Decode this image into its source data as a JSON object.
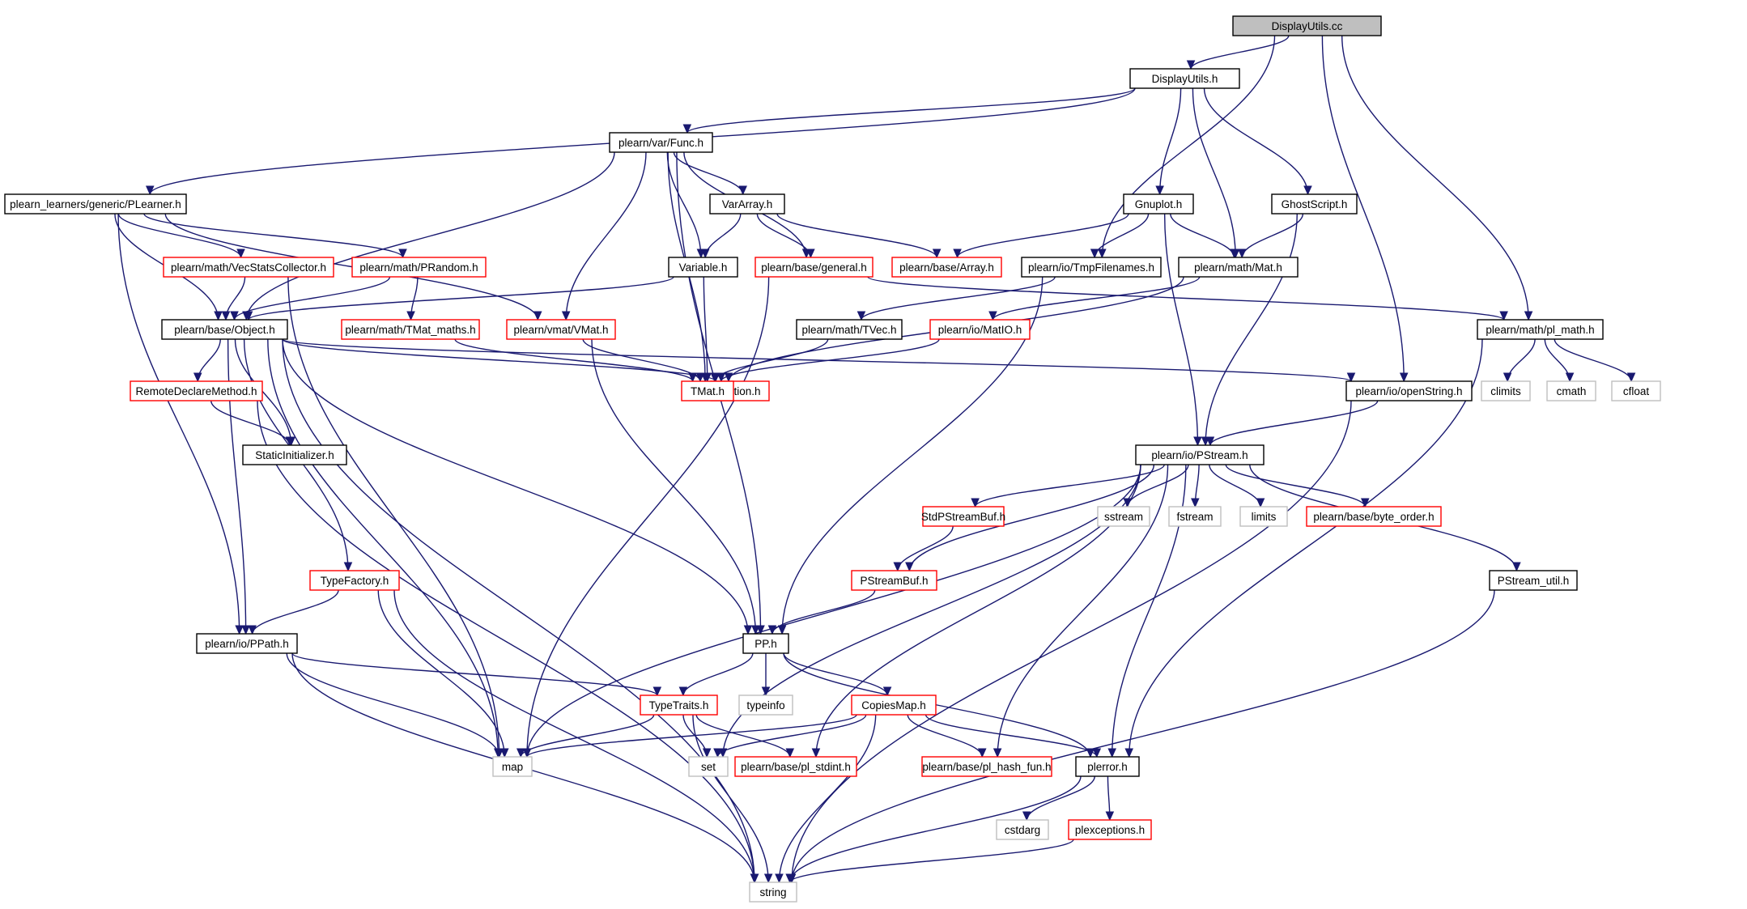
{
  "colors": {
    "edge": "#191970",
    "node_black_border": "#000000",
    "node_red_border": "#ff0000",
    "node_gray_border": "#bfbfbf",
    "root_fill": "#bfbfbf",
    "node_fill": "#ffffff"
  },
  "nodes": [
    {
      "id": "root",
      "label": "DisplayUtils.cc",
      "style": "root"
    },
    {
      "id": "displayutils_h",
      "label": "DisplayUtils.h",
      "style": "black"
    },
    {
      "id": "func",
      "label": "plearn/var/Func.h",
      "style": "black"
    },
    {
      "id": "plearner",
      "label": "plearn_learners/generic/PLearner.h",
      "style": "black"
    },
    {
      "id": "vararray",
      "label": "VarArray.h",
      "style": "black"
    },
    {
      "id": "gnuplot",
      "label": "Gnuplot.h",
      "style": "black"
    },
    {
      "id": "ghostscript",
      "label": "GhostScript.h",
      "style": "black"
    },
    {
      "id": "vecstats",
      "label": "plearn/math/VecStatsCollector.h",
      "style": "red"
    },
    {
      "id": "prandom",
      "label": "plearn/math/PRandom.h",
      "style": "red"
    },
    {
      "id": "variable",
      "label": "Variable.h",
      "style": "black"
    },
    {
      "id": "general",
      "label": "plearn/base/general.h",
      "style": "red"
    },
    {
      "id": "array",
      "label": "plearn/base/Array.h",
      "style": "red"
    },
    {
      "id": "tmpfilenames",
      "label": "plearn/io/TmpFilenames.h",
      "style": "black"
    },
    {
      "id": "mat",
      "label": "plearn/math/Mat.h",
      "style": "black"
    },
    {
      "id": "object",
      "label": "plearn/base/Object.h",
      "style": "black"
    },
    {
      "id": "tmatmaths",
      "label": "plearn/math/TMat_maths.h",
      "style": "red"
    },
    {
      "id": "vmat",
      "label": "plearn/vmat/VMat.h",
      "style": "red"
    },
    {
      "id": "tvec",
      "label": "plearn/math/TVec.h",
      "style": "black"
    },
    {
      "id": "matio",
      "label": "plearn/io/MatIO.h",
      "style": "red"
    },
    {
      "id": "plmath",
      "label": "plearn/math/pl_math.h",
      "style": "black"
    },
    {
      "id": "remotedeclare",
      "label": "RemoteDeclareMethod.h",
      "style": "red"
    },
    {
      "id": "option",
      "label": "Option.h",
      "style": "red"
    },
    {
      "id": "tmat",
      "label": "TMat.h",
      "style": "red"
    },
    {
      "id": "openstring",
      "label": "plearn/io/openString.h",
      "style": "black"
    },
    {
      "id": "climits",
      "label": "climits",
      "style": "gray"
    },
    {
      "id": "cmath",
      "label": "cmath",
      "style": "gray"
    },
    {
      "id": "cfloat",
      "label": "cfloat",
      "style": "gray"
    },
    {
      "id": "staticinit",
      "label": "StaticInitializer.h",
      "style": "black"
    },
    {
      "id": "pstream",
      "label": "plearn/io/PStream.h",
      "style": "black"
    },
    {
      "id": "stdpstreambuf",
      "label": "StdPStreamBuf.h",
      "style": "red"
    },
    {
      "id": "sstream",
      "label": "sstream",
      "style": "gray"
    },
    {
      "id": "fstream",
      "label": "fstream",
      "style": "gray"
    },
    {
      "id": "limits",
      "label": "limits",
      "style": "gray"
    },
    {
      "id": "byteorder",
      "label": "plearn/base/byte_order.h",
      "style": "red"
    },
    {
      "id": "typefactory",
      "label": "TypeFactory.h",
      "style": "red"
    },
    {
      "id": "pstreambuf",
      "label": "PStreamBuf.h",
      "style": "red"
    },
    {
      "id": "pstreamutil",
      "label": "PStream_util.h",
      "style": "black"
    },
    {
      "id": "ppath",
      "label": "plearn/io/PPath.h",
      "style": "black"
    },
    {
      "id": "pp",
      "label": "PP.h",
      "style": "black"
    },
    {
      "id": "typetraits",
      "label": "TypeTraits.h",
      "style": "red"
    },
    {
      "id": "typeinfo",
      "label": "typeinfo",
      "style": "gray"
    },
    {
      "id": "copiesmap",
      "label": "CopiesMap.h",
      "style": "red"
    },
    {
      "id": "map",
      "label": "map",
      "style": "gray"
    },
    {
      "id": "set",
      "label": "set",
      "style": "gray"
    },
    {
      "id": "plstdint",
      "label": "plearn/base/pl_stdint.h",
      "style": "red"
    },
    {
      "id": "plhashfun",
      "label": "plearn/base/pl_hash_fun.h",
      "style": "red"
    },
    {
      "id": "plerror",
      "label": "plerror.h",
      "style": "black"
    },
    {
      "id": "cstdarg",
      "label": "cstdarg",
      "style": "gray"
    },
    {
      "id": "plexceptions",
      "label": "plexceptions.h",
      "style": "red"
    },
    {
      "id": "string",
      "label": "string",
      "style": "gray"
    }
  ],
  "edges": [
    {
      "from": "root",
      "to": "displayutils_h"
    },
    {
      "from": "root",
      "to": "tmpfilenames"
    },
    {
      "from": "root",
      "to": "openstring"
    },
    {
      "from": "root",
      "to": "plmath"
    },
    {
      "from": "displayutils_h",
      "to": "func"
    },
    {
      "from": "displayutils_h",
      "to": "plearner"
    },
    {
      "from": "displayutils_h",
      "to": "gnuplot"
    },
    {
      "from": "displayutils_h",
      "to": "ghostscript"
    },
    {
      "from": "displayutils_h",
      "to": "mat"
    },
    {
      "from": "func",
      "to": "object"
    },
    {
      "from": "func",
      "to": "vararray"
    },
    {
      "from": "func",
      "to": "general"
    },
    {
      "from": "func",
      "to": "vmat"
    },
    {
      "from": "func",
      "to": "variable"
    },
    {
      "from": "func",
      "to": "tmat"
    },
    {
      "from": "func",
      "to": "pp"
    },
    {
      "from": "plearner",
      "to": "object"
    },
    {
      "from": "plearner",
      "to": "vecstats"
    },
    {
      "from": "plearner",
      "to": "prandom"
    },
    {
      "from": "plearner",
      "to": "vmat"
    },
    {
      "from": "plearner",
      "to": "ppath"
    },
    {
      "from": "vararray",
      "to": "variable"
    },
    {
      "from": "vararray",
      "to": "general"
    },
    {
      "from": "vararray",
      "to": "array"
    },
    {
      "from": "gnuplot",
      "to": "array"
    },
    {
      "from": "gnuplot",
      "to": "tmpfilenames"
    },
    {
      "from": "gnuplot",
      "to": "mat"
    },
    {
      "from": "gnuplot",
      "to": "pstream"
    },
    {
      "from": "ghostscript",
      "to": "mat"
    },
    {
      "from": "ghostscript",
      "to": "pstream"
    },
    {
      "from": "vecstats",
      "to": "object"
    },
    {
      "from": "vecstats",
      "to": "map"
    },
    {
      "from": "prandom",
      "to": "object"
    },
    {
      "from": "prandom",
      "to": "tmatmaths"
    },
    {
      "from": "variable",
      "to": "object"
    },
    {
      "from": "variable",
      "to": "tmat"
    },
    {
      "from": "general",
      "to": "map"
    },
    {
      "from": "general",
      "to": "plmath"
    },
    {
      "from": "tmpfilenames",
      "to": "tvec"
    },
    {
      "from": "tmpfilenames",
      "to": "pp"
    },
    {
      "from": "mat",
      "to": "matio"
    },
    {
      "from": "mat",
      "to": "tmat"
    },
    {
      "from": "object",
      "to": "remotedeclare"
    },
    {
      "from": "object",
      "to": "option"
    },
    {
      "from": "object",
      "to": "staticinit"
    },
    {
      "from": "object",
      "to": "openstring"
    },
    {
      "from": "object",
      "to": "typefactory"
    },
    {
      "from": "object",
      "to": "ppath"
    },
    {
      "from": "object",
      "to": "pp"
    },
    {
      "from": "object",
      "to": "map"
    },
    {
      "from": "object",
      "to": "string"
    },
    {
      "from": "tmatmaths",
      "to": "tmat"
    },
    {
      "from": "vmat",
      "to": "tmat"
    },
    {
      "from": "vmat",
      "to": "pp"
    },
    {
      "from": "tvec",
      "to": "tmat"
    },
    {
      "from": "matio",
      "to": "tmat"
    },
    {
      "from": "plmath",
      "to": "climits"
    },
    {
      "from": "plmath",
      "to": "cmath"
    },
    {
      "from": "plmath",
      "to": "cfloat"
    },
    {
      "from": "plmath",
      "to": "plerror"
    },
    {
      "from": "remotedeclare",
      "to": "staticinit"
    },
    {
      "from": "remotedeclare",
      "to": "string"
    },
    {
      "from": "openstring",
      "to": "pstream"
    },
    {
      "from": "openstring",
      "to": "string"
    },
    {
      "from": "pstream",
      "to": "map"
    },
    {
      "from": "pstream",
      "to": "set"
    },
    {
      "from": "pstream",
      "to": "stdpstreambuf"
    },
    {
      "from": "pstream",
      "to": "pstreambuf"
    },
    {
      "from": "pstream",
      "to": "plstdint"
    },
    {
      "from": "pstream",
      "to": "plhashfun"
    },
    {
      "from": "pstream",
      "to": "sstream"
    },
    {
      "from": "pstream",
      "to": "fstream"
    },
    {
      "from": "pstream",
      "to": "limits"
    },
    {
      "from": "pstream",
      "to": "byteorder"
    },
    {
      "from": "pstream",
      "to": "pstreamutil"
    },
    {
      "from": "pstream",
      "to": "plerror"
    },
    {
      "from": "stdpstreambuf",
      "to": "pstreambuf"
    },
    {
      "from": "pstreambuf",
      "to": "pp"
    },
    {
      "from": "typefactory",
      "to": "ppath"
    },
    {
      "from": "typefactory",
      "to": "map"
    },
    {
      "from": "typefactory",
      "to": "string"
    },
    {
      "from": "pstreamutil",
      "to": "string"
    },
    {
      "from": "ppath",
      "to": "typetraits"
    },
    {
      "from": "ppath",
      "to": "map"
    },
    {
      "from": "ppath",
      "to": "string"
    },
    {
      "from": "pp",
      "to": "typetraits"
    },
    {
      "from": "pp",
      "to": "typeinfo"
    },
    {
      "from": "pp",
      "to": "copiesmap"
    },
    {
      "from": "pp",
      "to": "plerror"
    },
    {
      "from": "typetraits",
      "to": "map"
    },
    {
      "from": "typetraits",
      "to": "set"
    },
    {
      "from": "typetraits",
      "to": "plstdint"
    },
    {
      "from": "typetraits",
      "to": "string"
    },
    {
      "from": "copiesmap",
      "to": "map"
    },
    {
      "from": "copiesmap",
      "to": "set"
    },
    {
      "from": "copiesmap",
      "to": "plhashfun"
    },
    {
      "from": "copiesmap",
      "to": "plerror"
    },
    {
      "from": "copiesmap",
      "to": "string"
    },
    {
      "from": "plerror",
      "to": "cstdarg"
    },
    {
      "from": "plerror",
      "to": "plexceptions"
    },
    {
      "from": "plerror",
      "to": "string"
    },
    {
      "from": "plexceptions",
      "to": "string"
    }
  ]
}
